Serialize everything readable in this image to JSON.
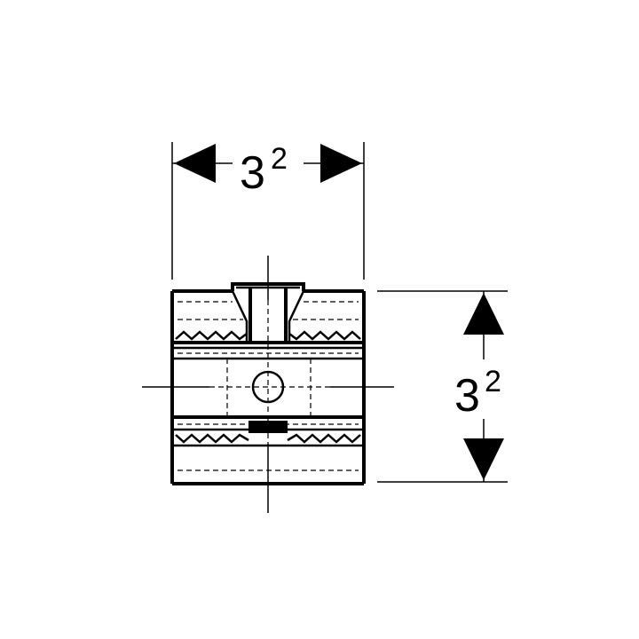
{
  "dimensions": {
    "width": {
      "value": "3",
      "superscript": "2"
    },
    "height": {
      "value": "3",
      "superscript": "2"
    }
  },
  "colors": {
    "line": "#000000",
    "background": "#ffffff"
  }
}
